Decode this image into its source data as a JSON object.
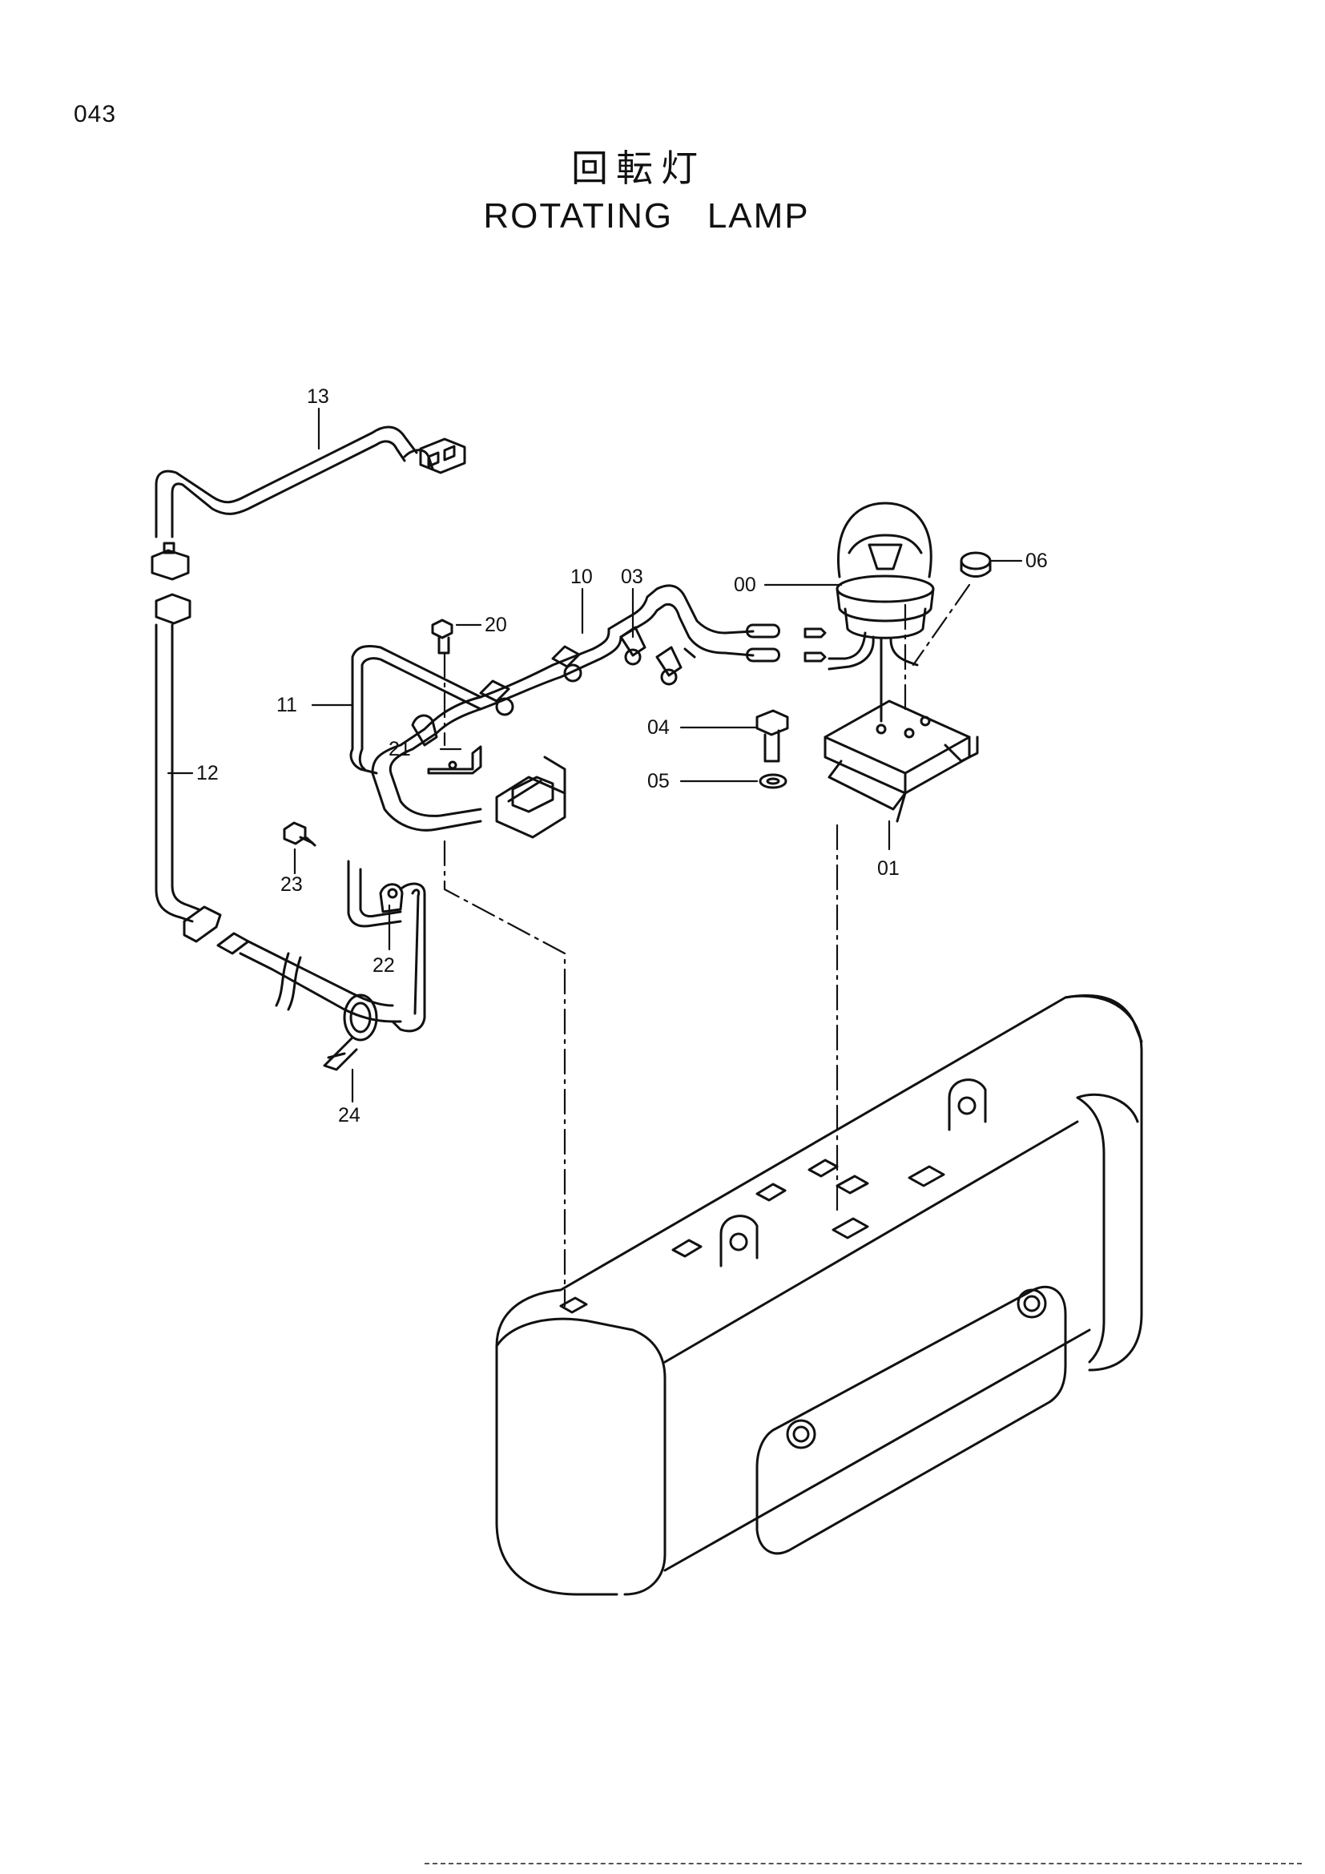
{
  "page": {
    "number": "043"
  },
  "title": {
    "japanese": "回転灯",
    "english": "ROTATING   LAMP"
  },
  "callouts": [
    {
      "id": "13",
      "part": "harness-upper"
    },
    {
      "id": "10",
      "part": "harness-lamp"
    },
    {
      "id": "03",
      "part": "harness-clamp"
    },
    {
      "id": "00",
      "part": "rotating-lamp"
    },
    {
      "id": "06",
      "part": "nut"
    },
    {
      "id": "20",
      "part": "bolt"
    },
    {
      "id": "11",
      "part": "harness-loop"
    },
    {
      "id": "04",
      "part": "bolt"
    },
    {
      "id": "05",
      "part": "washer"
    },
    {
      "id": "21",
      "part": "bracket-small"
    },
    {
      "id": "12",
      "part": "harness-vertical"
    },
    {
      "id": "01",
      "part": "lamp-bracket"
    },
    {
      "id": "23",
      "part": "bolt"
    },
    {
      "id": "22",
      "part": "clip"
    },
    {
      "id": "24",
      "part": "band-clamp"
    }
  ],
  "colors": {
    "ink": "#111111",
    "paper": "#ffffff"
  }
}
